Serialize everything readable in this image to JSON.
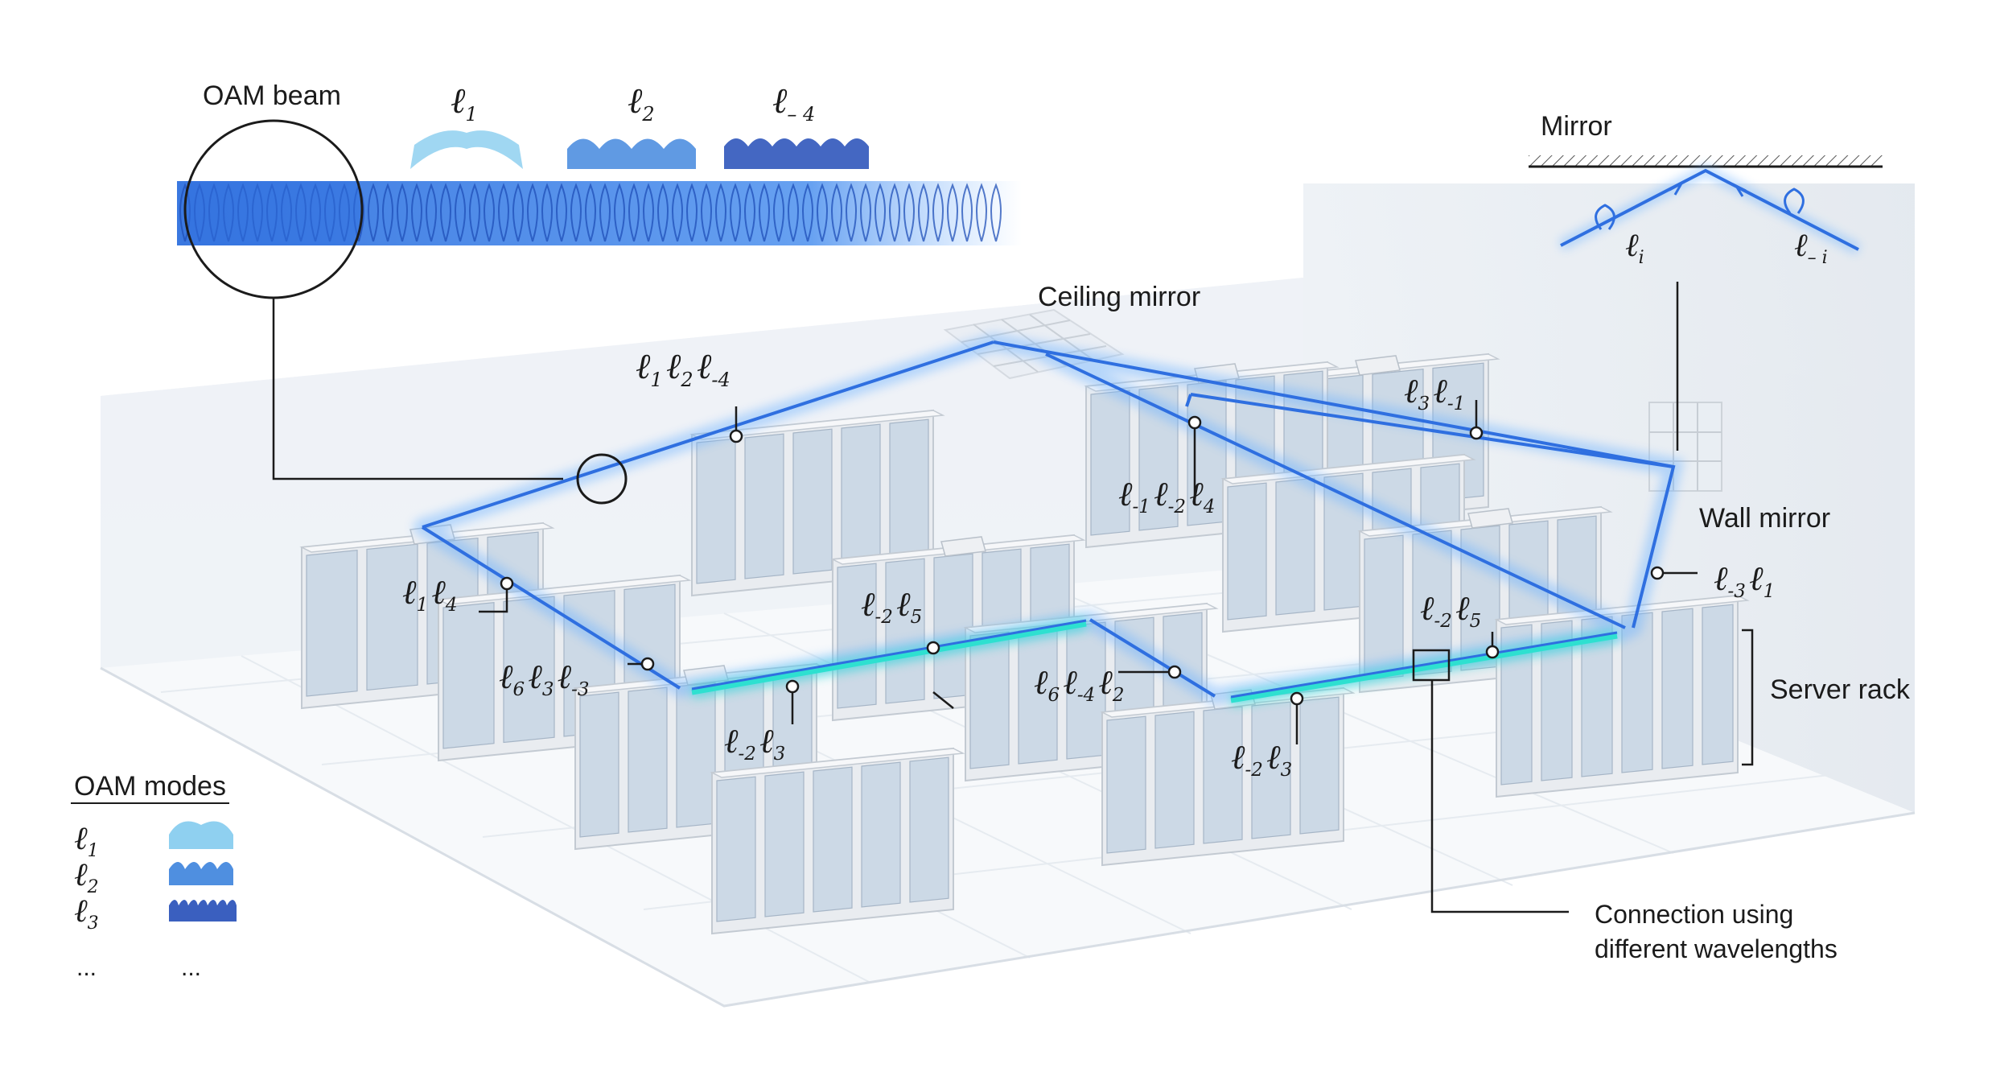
{
  "labels": {
    "oam_beam": "OAM beam",
    "mirror": "Mirror",
    "ceiling_mirror": "Ceiling mirror",
    "wall_mirror": "Wall mirror",
    "server_rack": "Server rack",
    "oam_modes": "OAM modes",
    "connection_line1": "Connection using",
    "connection_line2": "different wavelengths",
    "ellipsis_left": "...",
    "ellipsis_right": "..."
  },
  "beam_modes_top": [
    {
      "base": "ℓ",
      "sub": "1"
    },
    {
      "base": "ℓ",
      "sub": "2"
    },
    {
      "base": "ℓ",
      "sub": "– 4"
    }
  ],
  "mirror_inset_modes": [
    {
      "base": "ℓ",
      "sub": "i"
    },
    {
      "base": "ℓ",
      "sub": "– i"
    }
  ],
  "legend_modes": [
    {
      "base": "ℓ",
      "sub": "1"
    },
    {
      "base": "ℓ",
      "sub": "2"
    },
    {
      "base": "ℓ",
      "sub": "3"
    }
  ],
  "link_labels": [
    [
      {
        "b": "ℓ",
        "s": "1"
      },
      {
        "b": "ℓ",
        "s": "2"
      },
      {
        "b": "ℓ",
        "s": "-4"
      }
    ],
    [
      {
        "b": "ℓ",
        "s": "3"
      },
      {
        "b": "ℓ",
        "s": "-1"
      }
    ],
    [
      {
        "b": "ℓ",
        "s": "-1"
      },
      {
        "b": "ℓ",
        "s": "-2"
      },
      {
        "b": "ℓ",
        "s": "4"
      }
    ],
    [
      {
        "b": "ℓ",
        "s": "-3"
      },
      {
        "b": "ℓ",
        "s": "1"
      }
    ],
    [
      {
        "b": "ℓ",
        "s": "1"
      },
      {
        "b": "ℓ",
        "s": "4"
      }
    ],
    [
      {
        "b": "ℓ",
        "s": "-2"
      },
      {
        "b": "ℓ",
        "s": "5"
      }
    ],
    [
      {
        "b": "ℓ",
        "s": "-2"
      },
      {
        "b": "ℓ",
        "s": "5"
      }
    ],
    [
      {
        "b": "ℓ",
        "s": "6"
      },
      {
        "b": "ℓ",
        "s": "3"
      },
      {
        "b": "ℓ",
        "s": "-3"
      }
    ],
    [
      {
        "b": "ℓ",
        "s": "6"
      },
      {
        "b": "ℓ",
        "s": "-4"
      },
      {
        "b": "ℓ",
        "s": "2"
      }
    ],
    [
      {
        "b": "ℓ",
        "s": "-2"
      },
      {
        "b": "ℓ",
        "s": "3"
      }
    ],
    [
      {
        "b": "ℓ",
        "s": "-2"
      },
      {
        "b": "ℓ",
        "s": "3"
      }
    ]
  ],
  "colors": {
    "beam_blue": "#2f6fe0",
    "beam_glow": "#6fb4ff",
    "beam_teal": "#2ee0d0",
    "rack_body": "#e9ecf0",
    "rack_panel": "#bcd0e4",
    "wall": "#f2f5f8",
    "floor": "#f6f8fa",
    "leader": "#1b1b1b"
  }
}
